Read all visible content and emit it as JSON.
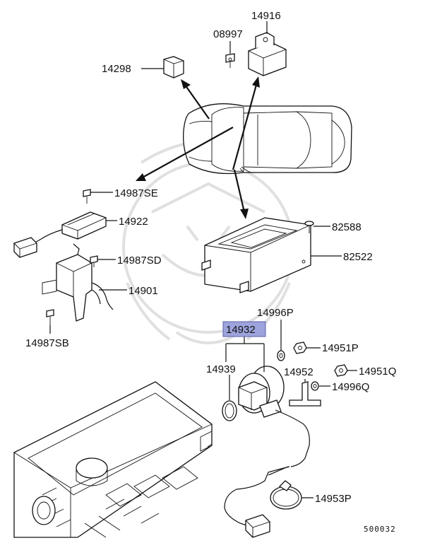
{
  "part_labels": {
    "p14916": "14916",
    "p08997": "08997",
    "p14298": "14298",
    "p14987SE": "14987SE",
    "p14922": "14922",
    "p82588": "82588",
    "p82522": "82522",
    "p14987SD": "14987SD",
    "p14901": "14901",
    "p14996P": "14996P",
    "p14987SB": "14987SB",
    "p14932": "14932",
    "p14951P": "14951P",
    "p14939": "14939",
    "p14952": "14952",
    "p14951Q": "14951Q",
    "p14996Q": "14996Q",
    "p14953P": "14953P"
  },
  "diagram_code": "500032",
  "colors": {
    "highlight_fill": "#9da3dc",
    "highlight_stroke": "#5a5fa8",
    "line": "#111111",
    "watermark": "#d9d9d9"
  }
}
